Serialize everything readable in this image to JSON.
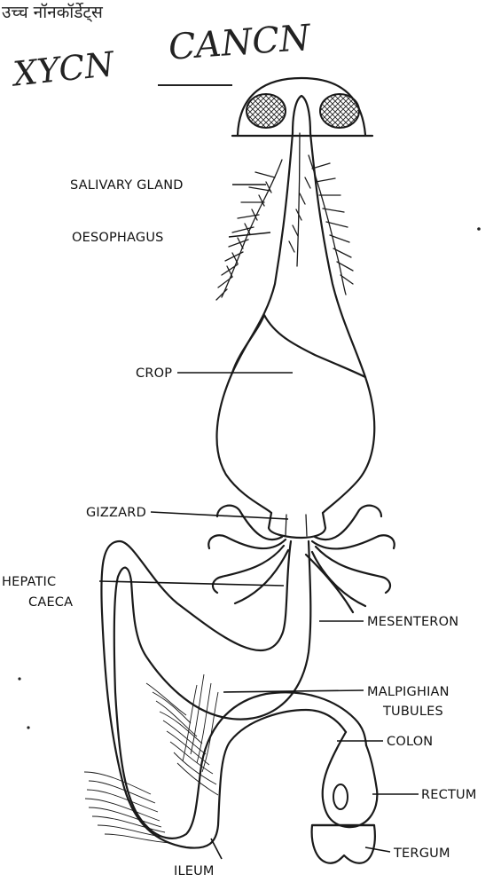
{
  "header_note": "उच्च नॉनकॉर्डेट्स",
  "handwriting_left": "XYCN",
  "handwriting_right": "CANCN",
  "labels": {
    "salivary_gland": "SALIVARY GLAND",
    "oesophagus": "OESOPHAGUS",
    "crop": "CROP",
    "gizzard": "GIZZARD",
    "hepatic": "HEPATIC",
    "caeca": "CAECA",
    "mesenteron": "MESENTERON",
    "malpighian": "MALPIGHIAN",
    "tubules": "TUBULES",
    "colon": "COLON",
    "rectum": "RECTUM",
    "tergum": "TERGUM",
    "ileum": "ILEUM"
  }
}
